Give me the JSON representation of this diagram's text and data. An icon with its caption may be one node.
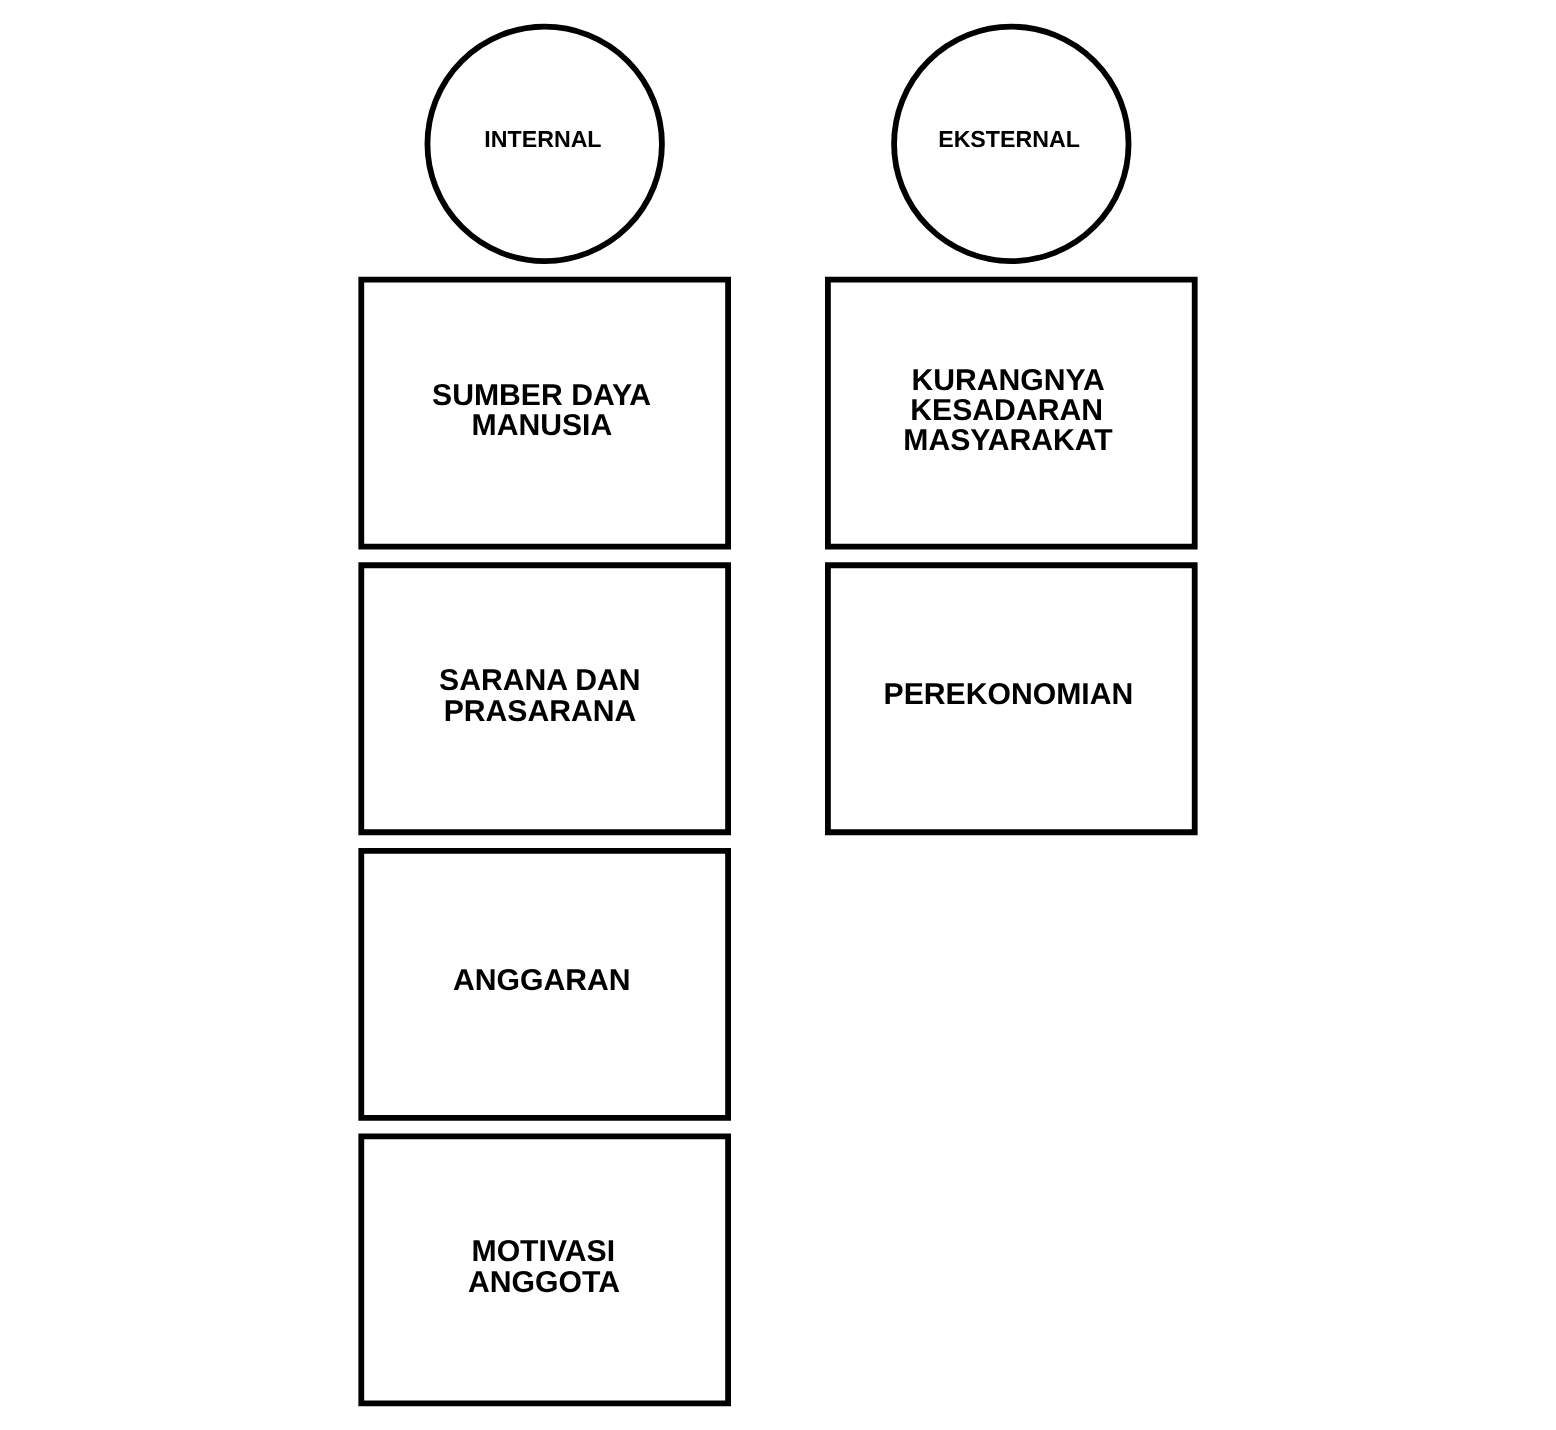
{
  "diagram": {
    "nodes": [
      {
        "text": [
          "INTERNAL"
        ]
      },
      {
        "text": [
          "SUMBER DAYA MANUSIA"
        ]
      },
      {
        "text": [
          "SARANA DAN PRASARANA"
        ]
      },
      {
        "text": [
          "ANGGARAN"
        ]
      },
      {
        "text": [
          "MOTIVASI ANGGOTA"
        ]
      },
      {
        "text": [
          "EKSTERNAL"
        ]
      },
      {
        "text": [
          "KURANGNYA KESADARAN MASYARAKAT"
        ]
      },
      {
        "text": [
          "PEREKONOMIAN"
        ]
      }
    ],
    "edges": []
  }
}
